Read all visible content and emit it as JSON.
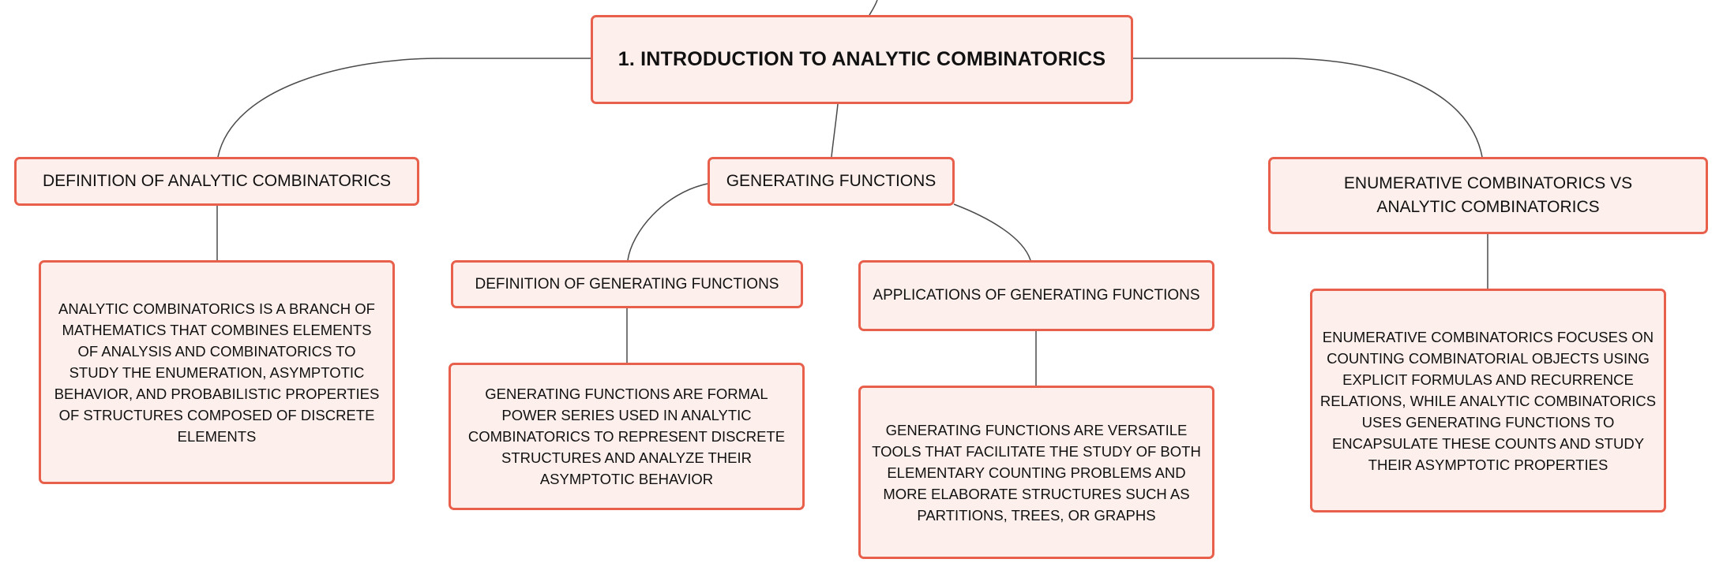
{
  "mindmap": {
    "root": {
      "label": "1. INTRODUCTION TO ANALYTIC COMBINATORICS"
    },
    "branches": [
      {
        "label": "DEFINITION OF ANALYTIC COMBINATORICS",
        "children": [
          {
            "label": "ANALYTIC COMBINATORICS IS A BRANCH OF MATHEMATICS THAT COMBINES ELEMENTS OF ANALYSIS AND COMBINATORICS TO STUDY THE ENUMERATION, ASYMPTOTIC BEHAVIOR, AND PROBABILISTIC PROPERTIES OF STRUCTURES COMPOSED OF DISCRETE ELEMENTS"
          }
        ]
      },
      {
        "label": "GENERATING FUNCTIONS",
        "children": [
          {
            "label": "DEFINITION OF GENERATING FUNCTIONS",
            "children": [
              {
                "label": "GENERATING FUNCTIONS ARE FORMAL POWER SERIES USED IN ANALYTIC COMBINATORICS TO REPRESENT DISCRETE STRUCTURES AND ANALYZE THEIR ASYMPTOTIC BEHAVIOR"
              }
            ]
          },
          {
            "label": "APPLICATIONS OF GENERATING FUNCTIONS",
            "children": [
              {
                "label": "GENERATING FUNCTIONS ARE VERSATILE TOOLS THAT FACILITATE THE STUDY OF BOTH ELEMENTARY COUNTING PROBLEMS AND MORE ELABORATE STRUCTURES SUCH AS PARTITIONS, TREES, OR GRAPHS"
              }
            ]
          }
        ]
      },
      {
        "label": "ENUMERATIVE COMBINATORICS VS ANALYTIC COMBINATORICS",
        "children": [
          {
            "label": "ENUMERATIVE COMBINATORICS FOCUSES ON COUNTING COMBINATORIAL OBJECTS USING EXPLICIT FORMULAS AND RECURRENCE RELATIONS, WHILE ANALYTIC COMBINATORICS USES GENERATING FUNCTIONS TO ENCAPSULATE THESE COUNTS AND STUDY THEIR ASYMPTOTIC PROPERTIES"
          }
        ]
      }
    ]
  },
  "colors": {
    "node_fill": "#fdf0ec",
    "node_border": "#e8604c",
    "connector": "#4a4a4a",
    "text": "#111111"
  }
}
